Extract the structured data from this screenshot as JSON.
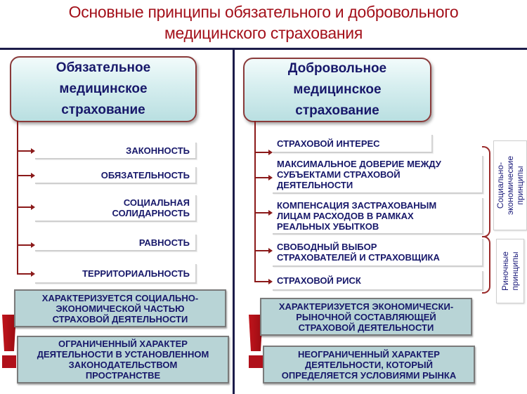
{
  "title": "Основные принципы обязательного и добровольного\nмедицинского страхования",
  "title_line1": "Основные принципы обязательного и добровольного",
  "title_line2": "медицинского страхования",
  "colors": {
    "title": "#a3101a",
    "text": "#17186a",
    "divider": "#1c1c4a",
    "connector": "#8b1a1a",
    "note_bg": "#b8d4d6",
    "exclamation": "#b0101a"
  },
  "left": {
    "header": "Обязательное\nмедицинское\nстрахование",
    "principles": [
      "ЗАКОННОСТЬ",
      "ОБЯЗАТЕЛЬНОСТЬ",
      "СОЦИАЛЬНАЯ\nСОЛИДАРНОСТЬ",
      "РАВНОСТЬ",
      "ТЕРРИТОРИАЛЬНОСТЬ"
    ],
    "notes": [
      "ХАРАКТЕРИЗУЕТСЯ СОЦИАЛЬНО-\nЭКОНОМИЧЕСКОЙ ЧАСТЬЮ\nСТРАХОВОЙ ДЕЯТЕЛЬНОСТИ",
      "ОГРАНИЧЕННЫЙ ХАРАКТЕР\nДЕЯТЕЛЬНОСТИ В УСТАНОВЛЕННОМ\nЗАКОНОДАТЕЛЬСТВОМ\nПРОСТРАНСТВЕ"
    ],
    "exclamation_icon": "exclamation-mark"
  },
  "right": {
    "header": "Добровольное\nмедицинское\nстрахование",
    "principles": [
      "СТРАХОВОЙ ИНТЕРЕС",
      "МАКСИМАЛЬНОЕ  ДОВЕРИЕ МЕЖДУ\nСУБЪЕКТАМИ СТРАХОВОЙ\nДЕЯТЕЛЬНОСТИ",
      "КОМПЕНСАЦИЯ ЗАСТРАХОВАНЫМ\nЛИЦАМ РАСХОДОВ В РАМКАХ\nРЕАЛЬНЫХ УБЫТКОВ",
      "СВОБОДНЫЙ ВЫБОР\nСТРАХОВАТЕЛЕЙ И СТРАХОВЩИКА",
      "СТРАХОВОЙ РИСК"
    ],
    "groups": [
      "Социально-\nэкономические\nпринципы",
      "Риночные\nпринципы"
    ],
    "notes": [
      "ХАРАКТЕРИЗУЕТСЯ ЭКОНОМИЧЕСКИ-\nРЫНОЧНОЙ СОСТАВЛЯЮЩЕЙ\nСТРАХОВОЙ ДЕЯТЕЛЬНОСТИ",
      "НЕОГРАНИЧЕННЫЙ ХАРАКТЕР\nДЕЯТЕЛЬНОСТИ, КОТОРЫЙ\nОПРЕДЕЛЯЕТСЯ УСЛОВИЯМИ РЫНКА"
    ],
    "exclamation_icon": "exclamation-mark"
  }
}
